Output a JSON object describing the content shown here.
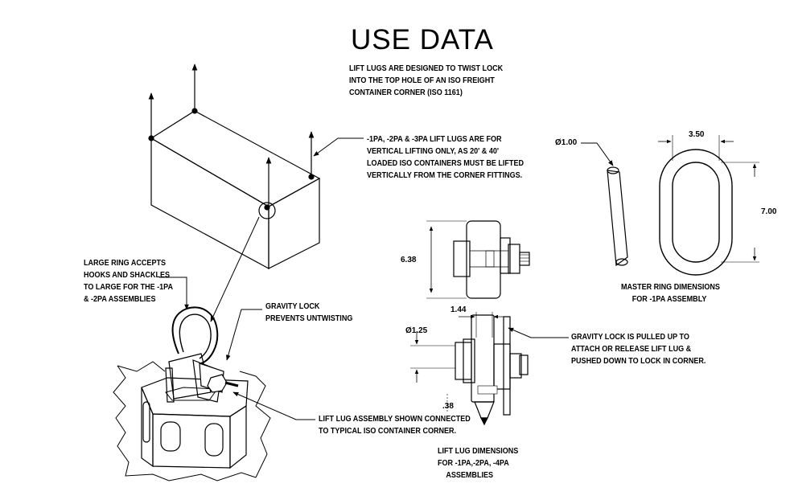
{
  "title": "USE DATA",
  "notes": {
    "intro": [
      "LIFT LUGS ARE DESIGNED TO TWIST LOCK",
      "INTO THE TOP HOLE OF AN ISO FREIGHT",
      "CONTAINER CORNER (ISO 1161)"
    ],
    "vertical": [
      "-1PA, -2PA & -3PA LIFT LUGS ARE FOR",
      "VERTICAL LIFTING ONLY, AS 20' & 40'",
      "LOADED ISO CONTAINERS MUST BE LIFTED",
      "VERTICALLY FROM THE CORNER FITTINGS."
    ],
    "large_ring": [
      "LARGE RING ACCEPTS",
      "HOOKS AND SHACKLES",
      "TO LARGE FOR THE -1PA",
      "& -2PA ASSEMBLIES"
    ],
    "gravity_lock": [
      "GRAVITY LOCK",
      "PREVENTS UNTWISTING"
    ],
    "assembly": [
      "LIFT LUG ASSEMBLY SHOWN CONNECTED",
      "TO TYPICAL ISO CONTAINER CORNER."
    ],
    "gravity_pull": [
      "GRAVITY LOCK IS PULLED UP TO",
      "ATTACH OR RELEASE LIFT LUG &",
      "PUSHED DOWN TO LOCK IN CORNER."
    ],
    "master_ring": [
      "MASTER RING DIMENSIONS",
      "FOR -1PA ASSEMBLY"
    ],
    "lift_lug_dims": [
      "LIFT LUG DIMENSIONS",
      "FOR -1PA,-2PA, -4PA",
      "ASSEMBLIES"
    ]
  },
  "dimensions": {
    "height_6_38": "6.38",
    "width_1_44": "1.44",
    "dia_1_25": "Ø1.25",
    "dim_38": ".38",
    "dia_1_00": "Ø1.00",
    "ring_width": "3.50",
    "ring_height": "7.00"
  }
}
